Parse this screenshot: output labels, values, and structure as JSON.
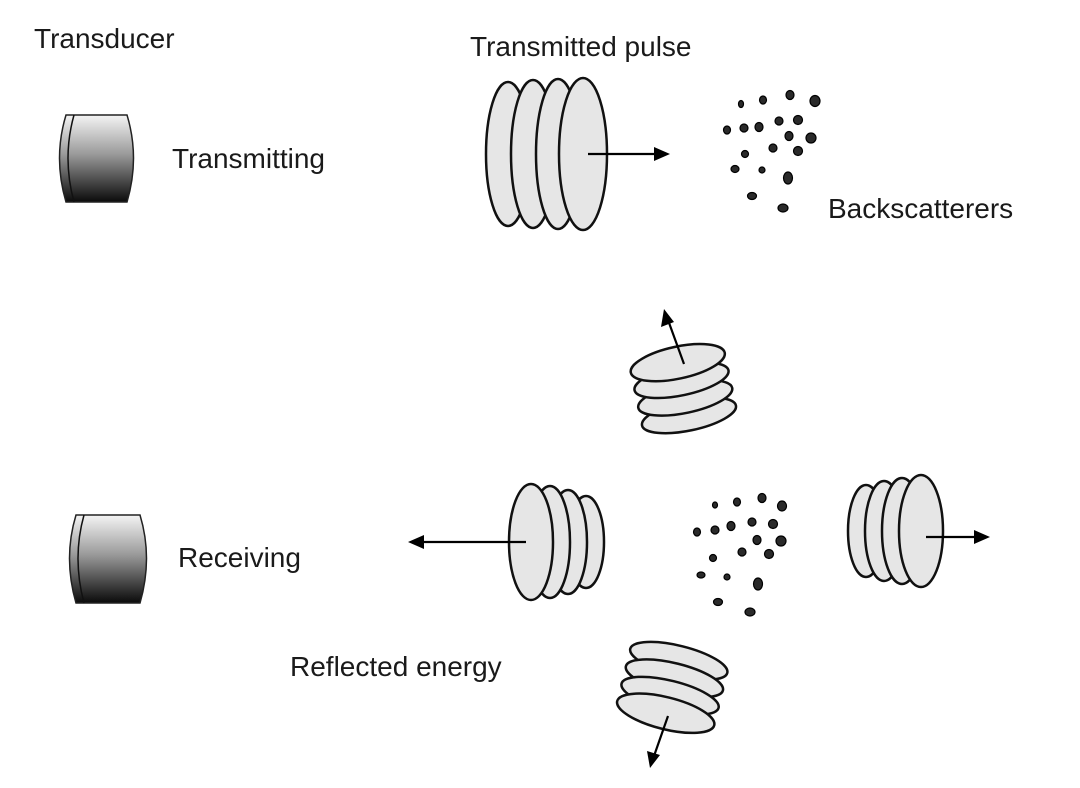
{
  "labels": {
    "transducer": "Transducer",
    "transmitting": "Transmitting",
    "transmitted_pulse": "Transmitted pulse",
    "backscatterers": "Backscatterers",
    "receiving": "Receiving",
    "reflected_energy": "Reflected energy"
  },
  "colors": {
    "pulse_fill": "#e6e6e6",
    "outline": "#111111",
    "scatterer": "#2a2a2a"
  },
  "icons": {
    "transducer": "cylinder-transducer-icon",
    "pulse": "pulse-wavefront-icon",
    "scatterers": "scatterer-dots-icon",
    "arrow": "arrow-icon"
  }
}
